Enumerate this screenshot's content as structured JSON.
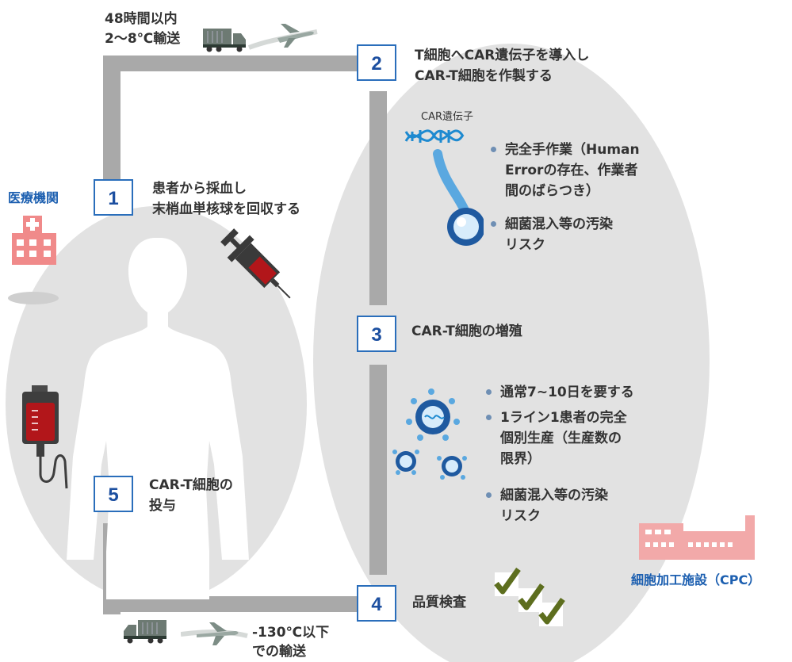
{
  "transport_top": {
    "line1": "48時間以内",
    "line2": "2〜8℃輸送"
  },
  "hospital": {
    "label": "医療機関"
  },
  "steps": [
    {
      "num": "1",
      "text_lines": [
        "患者から採血し",
        "末梢血単核球を回収する"
      ]
    },
    {
      "num": "2",
      "text_lines": [
        "T細胞へCAR遺伝子を導入し",
        "CAR-T細胞を作製する"
      ]
    },
    {
      "num": "3",
      "text_lines": [
        "CAR-T細胞の増殖"
      ]
    },
    {
      "num": "4",
      "text_lines": [
        "品質検査"
      ]
    },
    {
      "num": "5",
      "text_lines": [
        "CAR-T細胞の",
        "投与"
      ]
    }
  ],
  "car_gene_label": "CAR遺伝子",
  "issues_step2": [
    [
      "完全手作業（Human",
      "Errorの存在、作業者",
      "間のばらつき）"
    ],
    [
      "細菌混入等の汚染",
      "リスク"
    ]
  ],
  "issues_step3": [
    [
      "通常7~10日を要する"
    ],
    [
      "1ライン1患者の完全",
      "個別生産（生産数の",
      "限界）"
    ],
    [
      "細菌混入等の汚染",
      "リスク"
    ]
  ],
  "facility": {
    "label": "細胞加工施設（CPC）"
  },
  "transport_bottom": {
    "line1": "-130℃以下",
    "line2": "での輸送"
  },
  "colors": {
    "ellipse": "#e2e2e2",
    "path": "#a9a9a9",
    "step_border": "#2a6ebb",
    "step_text": "#1c4fa0",
    "label_blue": "#1c5fb0",
    "hospital_icon": "#f08a8a",
    "factory_icon": "#f2a9a9",
    "check": "#5d6e1e",
    "blood": "#b2161a"
  }
}
